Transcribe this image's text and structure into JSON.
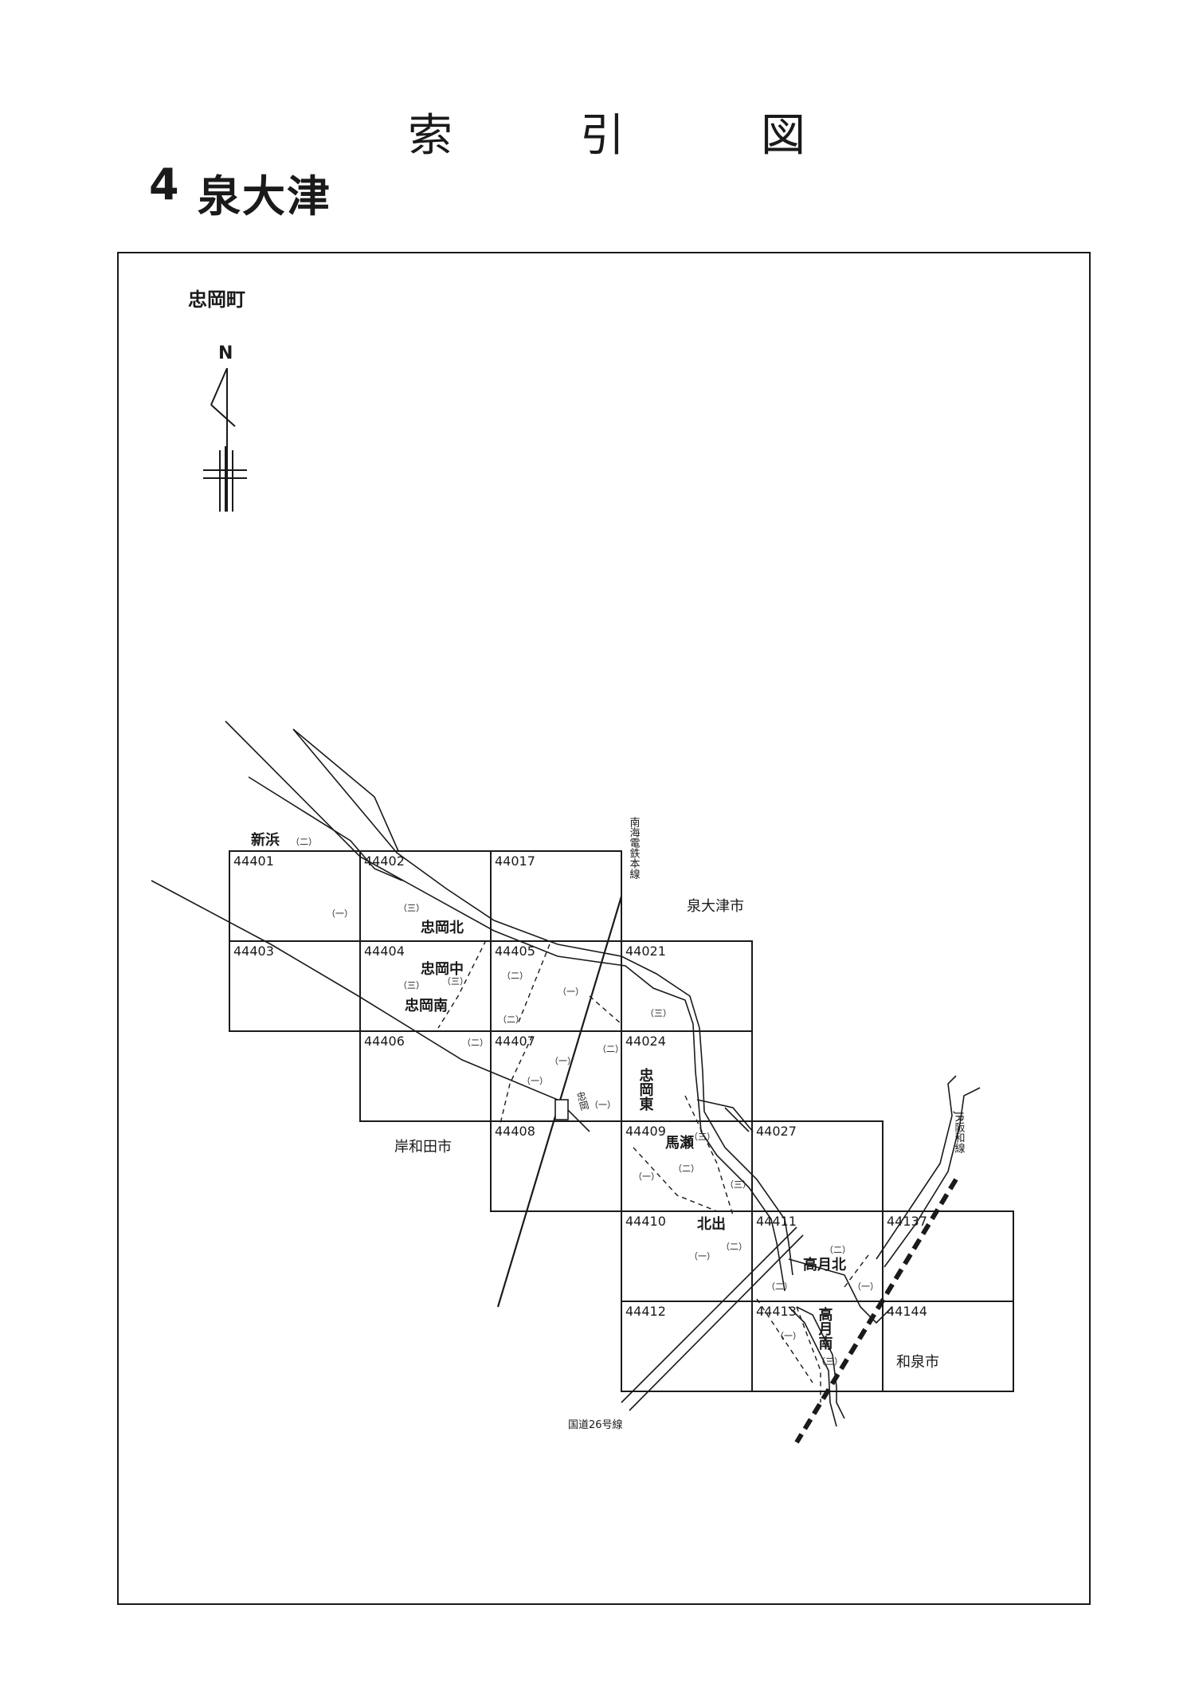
{
  "header": {
    "title_chars": [
      "索",
      "引",
      "図"
    ],
    "number": "4",
    "place": "泉大津"
  },
  "map": {
    "town": "忠岡町",
    "north_label": "N",
    "sheets": [
      {
        "id": "44401"
      },
      {
        "id": "44402"
      },
      {
        "id": "44017"
      },
      {
        "id": "44403"
      },
      {
        "id": "44404"
      },
      {
        "id": "44405"
      },
      {
        "id": "44021"
      },
      {
        "id": "44406"
      },
      {
        "id": "44407"
      },
      {
        "id": "44024"
      },
      {
        "id": "44408"
      },
      {
        "id": "44409"
      },
      {
        "id": "44027"
      },
      {
        "id": "44410"
      },
      {
        "id": "44411"
      },
      {
        "id": "44137"
      },
      {
        "id": "44412"
      },
      {
        "id": "44413"
      },
      {
        "id": "44144"
      }
    ],
    "districts": [
      "新浜",
      "忠岡北",
      "忠岡中",
      "忠岡南",
      "北出",
      "高月北"
    ],
    "district_vertical": [
      "忠岡東",
      "馬瀬",
      "高月南"
    ],
    "subsections": [
      "（一）",
      "（二）",
      "（三）"
    ],
    "cities": [
      "泉大津市",
      "岸和田市",
      "和泉市"
    ],
    "railway_nankai": "南海電鉄本線",
    "railway_jr": "JR阪和線",
    "station": "忠岡",
    "road": "国道26号線"
  }
}
